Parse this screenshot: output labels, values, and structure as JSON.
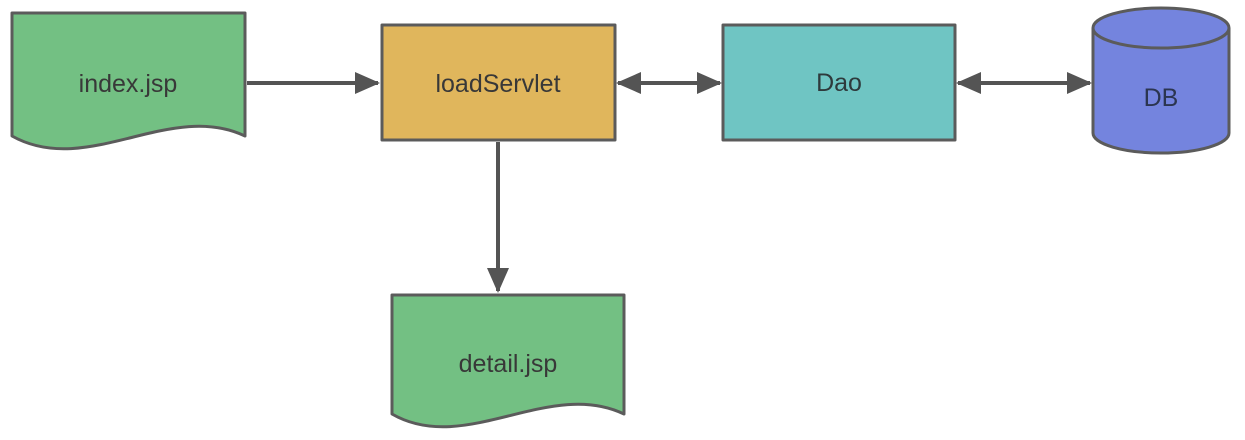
{
  "diagram": {
    "background": "#ffffff",
    "border_color": "#5b5b5b",
    "arrow_color": "#545454",
    "nodes": [
      {
        "id": "index-jsp",
        "label": "index.jsp",
        "shape": "document",
        "fill": "#73c083",
        "text_color": "#383838"
      },
      {
        "id": "load-servlet",
        "label": "loadServlet",
        "shape": "rectangle",
        "fill": "#e0b65c",
        "text_color": "#383838"
      },
      {
        "id": "dao",
        "label": "Dao",
        "shape": "rectangle",
        "fill": "#6fc5c3",
        "text_color": "#2e3a3c"
      },
      {
        "id": "db",
        "label": "DB",
        "shape": "cylinder",
        "fill": "#7484de",
        "text_color": "#2b3550"
      },
      {
        "id": "detail-jsp",
        "label": "detail.jsp",
        "shape": "document",
        "fill": "#73c083",
        "text_color": "#383838"
      }
    ],
    "edges": [
      {
        "from": "index-jsp",
        "to": "load-servlet",
        "direction": "one-way"
      },
      {
        "from": "load-servlet",
        "to": "dao",
        "direction": "two-way"
      },
      {
        "from": "dao",
        "to": "db",
        "direction": "two-way"
      },
      {
        "from": "load-servlet",
        "to": "detail-jsp",
        "direction": "one-way"
      }
    ]
  }
}
